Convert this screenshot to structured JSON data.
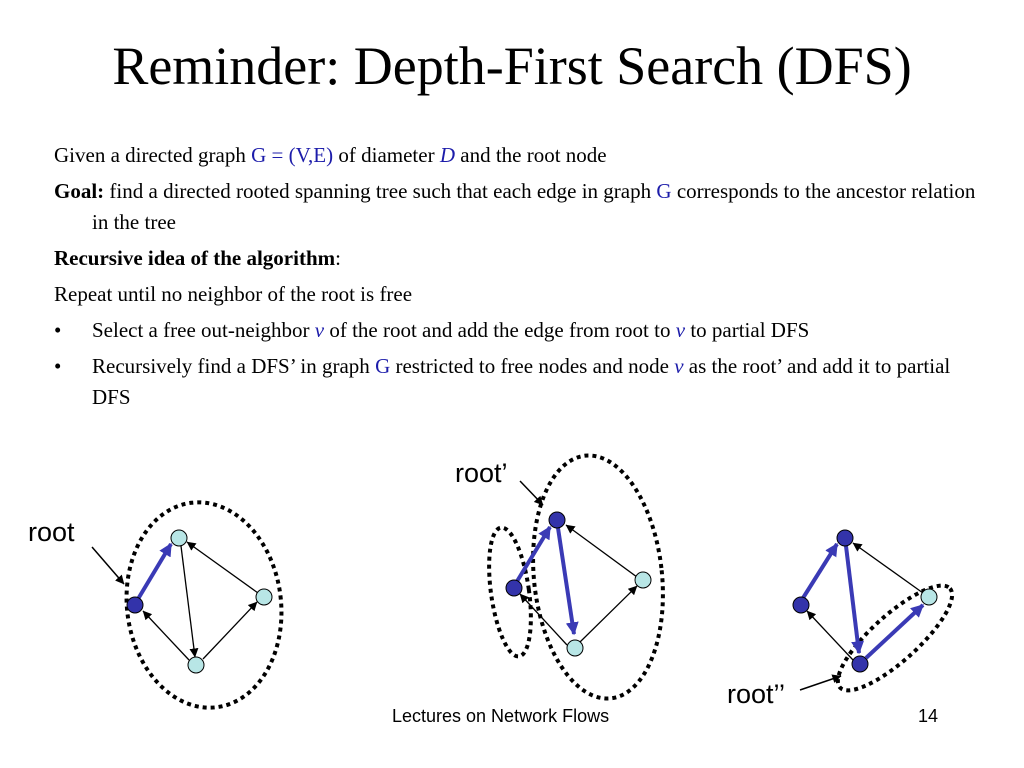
{
  "slide": {
    "title": "Reminder: Depth-First Search (DFS)",
    "line1": {
      "a": "Given a directed graph ",
      "g": "G = (V,E)",
      "b": " of diameter ",
      "d": "D",
      "c": " and the root node"
    },
    "goal": {
      "label": "Goal:",
      "a": " find a directed rooted spanning tree such that each edge in graph ",
      "g": "G",
      "b": " corresponds to the ancestor relation in the tree"
    },
    "recursive": {
      "label": "Recursive idea of the algorithm",
      "colon": ":"
    },
    "repeat": "Repeat until no neighbor of the root is free",
    "bullet_char": "•",
    "bullet1": {
      "a": "Select a free out-neighbor ",
      "v1": "v",
      "b": " of the root and add the edge from root to ",
      "v2": "v",
      "c": " to partial DFS"
    },
    "bullet2": {
      "a": "Recursively find a DFS’ in graph ",
      "g": "G",
      "b": " restricted to free nodes and node ",
      "v": "v",
      "c": " as the root’ and add it to partial DFS"
    }
  },
  "diagram": {
    "labels": {
      "root": "root",
      "root_prime": "root’",
      "root_double": "root’’"
    },
    "colors": {
      "dark_node": "#3333aa",
      "light_node": "#b8e6e6",
      "tree_edge": "#3a3ab5",
      "edge": "#000000"
    }
  },
  "footer": {
    "course": "Lectures on Network Flows",
    "page": "14"
  }
}
